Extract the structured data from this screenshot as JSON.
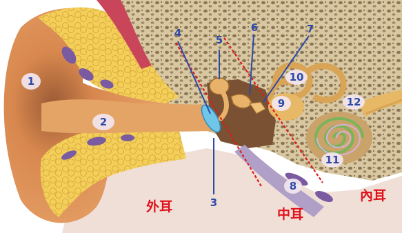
{
  "labels": {
    "n1": "1",
    "n2": "2",
    "n3": "3",
    "n4": "4",
    "n5": "5",
    "n6": "6",
    "n7": "7",
    "n8": "8",
    "n9": "9",
    "n10": "10",
    "n11": "11",
    "n12": "12"
  },
  "regions": {
    "outer_ear": "外耳",
    "middle_ear": "中耳",
    "inner_ear": "內耳"
  },
  "colors": {
    "skin": "#d98a4a",
    "cartilage": "#f2c64a",
    "bone": "#c9b28a",
    "ear_canal": "#e2a060",
    "eardrum": "#6fc6e8",
    "cochlea": "#78b05a",
    "vein": "#7a5aa0",
    "leader_line": "#2b4aa8",
    "divider": "#e01a1a",
    "region_text": "#e0101a"
  }
}
